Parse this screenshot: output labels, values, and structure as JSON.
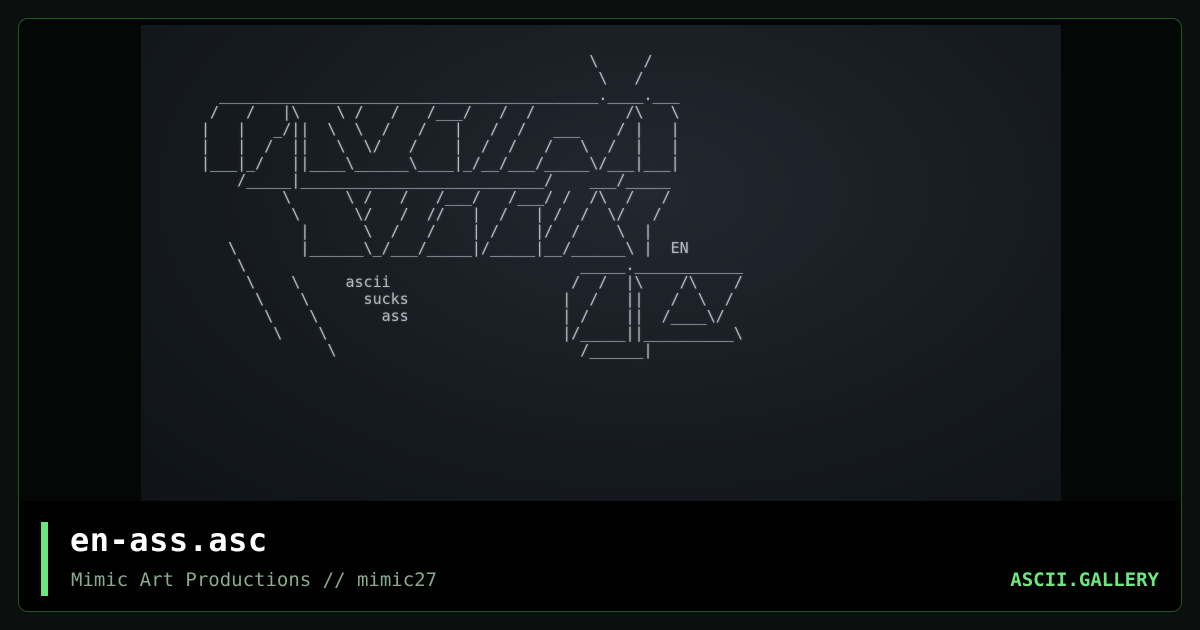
{
  "artwork": {
    "ascii_text": "                                           \\     /\n                                            \\   /\n  __________________________________________.____.___\n /   /   |\\    \\ /   /   /___/   /  /          /\\   \\\n|   |   _/||  \\  \\  /   /   |   /  /   ___    / |   |\n|   |  /  ||   \\  \\/   /    |  /  /   /   \\  /  |   |\n|___|_/   ||____\\______\\____|_/__/___/_____\\/___|___|\n    /_____|___________________________/    ___/_____\n         \\      \\ /   /   /___/   /___/ /  /\\  /   /\n          \\      \\/   /  //   |  /   | /  /  \\/   /\n           |      \\  /   /    | /    |/  /    \\  |\n   \\       |______\\_/___/_____|/_____|__/______\\ |  EN\n    \\                                     _____.____________\n     \\    \\     ascii                    /  /  |\\    /\\    /\n      \\    \\      sucks                 |  /   ||   /  \\  /\n       \\    \\       ass                 | /    ||  /____\\/\n        \\    \\                          |/_____||__________\\\n              \\                           /______|",
    "label": "EN"
  },
  "footer": {
    "title": "en-ass.asc",
    "subtitle": "Mimic Art Productions // mimic27",
    "brand": "ASCII.GALLERY"
  },
  "colors": {
    "accent": "#6be77f",
    "subtitle": "#89ab8c",
    "card_border": "#1f5a24",
    "art_text": "#c9ced3"
  }
}
